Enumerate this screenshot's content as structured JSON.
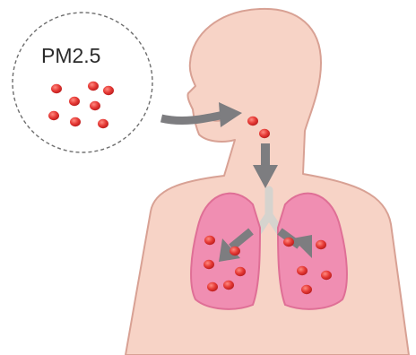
{
  "callout": {
    "label": "PM2.5",
    "particle_count": 8
  },
  "particles": {
    "mouth_count": 2,
    "left_lung_count": 6,
    "right_lung_count": 5
  },
  "colors": {
    "skin": "#f7d3c6",
    "skin_outline": "#d8a194",
    "lungs": "#f08eb2",
    "lungs_outline": "#df6f96",
    "trachea": "#d6d3ce",
    "arrow": "#7d7d80",
    "particle": "#e53935",
    "callout_border": "#6e6e6e"
  }
}
